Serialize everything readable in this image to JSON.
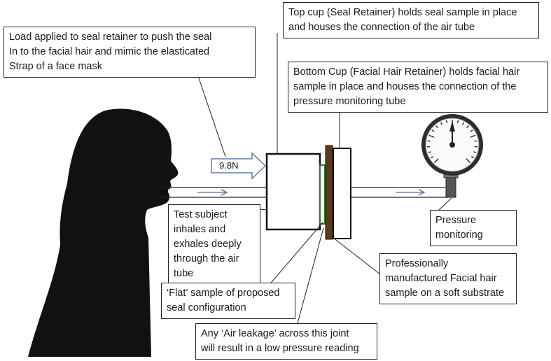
{
  "callouts": {
    "load": "Load applied to seal retainer to push the seal In to the facial hair and mimic the elasticated Strap of a face mask",
    "load_lines": [
      "Load applied to seal retainer to push the seal",
      "In to the facial hair and mimic the elasticated",
      "Strap of a face mask"
    ],
    "top_cup_lines": [
      "Top cup (Seal Retainer) holds seal sample in place",
      "and houses the connection of the  air  tube"
    ],
    "bottom_cup_lines": [
      "Bottom Cup (Facial Hair Retainer) holds facial hair",
      "sample in place and houses the connection of the",
      "pressure monitoring  tube"
    ],
    "subject_lines": [
      "Test subject",
      "inhales and",
      "exhales deeply",
      "through the air",
      "tube"
    ],
    "flat_lines": [
      "‘Flat’ sample of proposed",
      "seal configuration"
    ],
    "leakage_lines": [
      "Any ‘Air leakage’ across this joint",
      "will result in a low pressure reading"
    ],
    "facial_hair_lines": [
      "Professionally",
      "manufactured Facial hair",
      "sample on a soft substrate"
    ],
    "pressure_lines": [
      "Pressure",
      "monitoring"
    ]
  },
  "force_label": "9.8N",
  "icons": [
    "head-silhouette-icon",
    "pressure-gauge-icon",
    "force-arrow-icon",
    "flow-arrow-icon"
  ],
  "colors": {
    "seal_sample": "#2e7d32",
    "facial_hair_sample": "#5d3a1a",
    "flow_arrow": "#4a6fb5",
    "outline": "#222222"
  }
}
